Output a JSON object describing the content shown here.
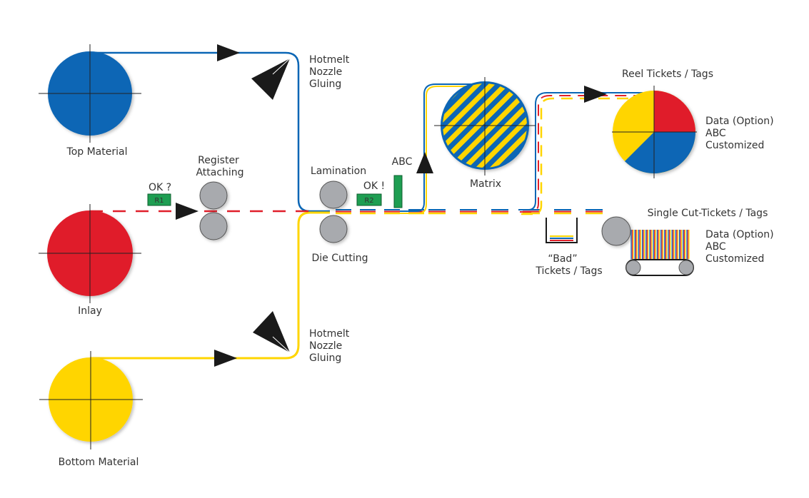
{
  "colors": {
    "top": "#0a66b5",
    "inlay": "#e01f2a",
    "bottom": "#ffd500",
    "roller": "#a8aaae",
    "green": "#1e9e52",
    "arrow": "#1a1a1a"
  },
  "labels": {
    "top_material": "Top Material",
    "inlay": "Inlay",
    "bottom_material": "Bottom Material",
    "hotmelt_top": [
      "Hotmelt",
      "Nozzle",
      "Gluing"
    ],
    "hotmelt_bottom": [
      "Hotmelt",
      "Nozzle",
      "Gluing"
    ],
    "register": [
      "Register",
      "Attaching"
    ],
    "ok_query": "OK ?",
    "r1": "R1",
    "lamination": "Lamination",
    "die_cutting": "Die Cutting",
    "ok_confirm": "OK !",
    "r2": "R2",
    "abc": "ABC",
    "matrix": "Matrix",
    "reel_title": "Reel Tickets / Tags",
    "reel_data": [
      "Data (Option)",
      "ABC",
      "Customized"
    ],
    "bad": [
      "“Bad”",
      "Tickets / Tags"
    ],
    "single_title": "Single Cut-Tickets / Tags",
    "single_data": [
      "Data (Option)",
      "ABC",
      "Customized"
    ]
  }
}
